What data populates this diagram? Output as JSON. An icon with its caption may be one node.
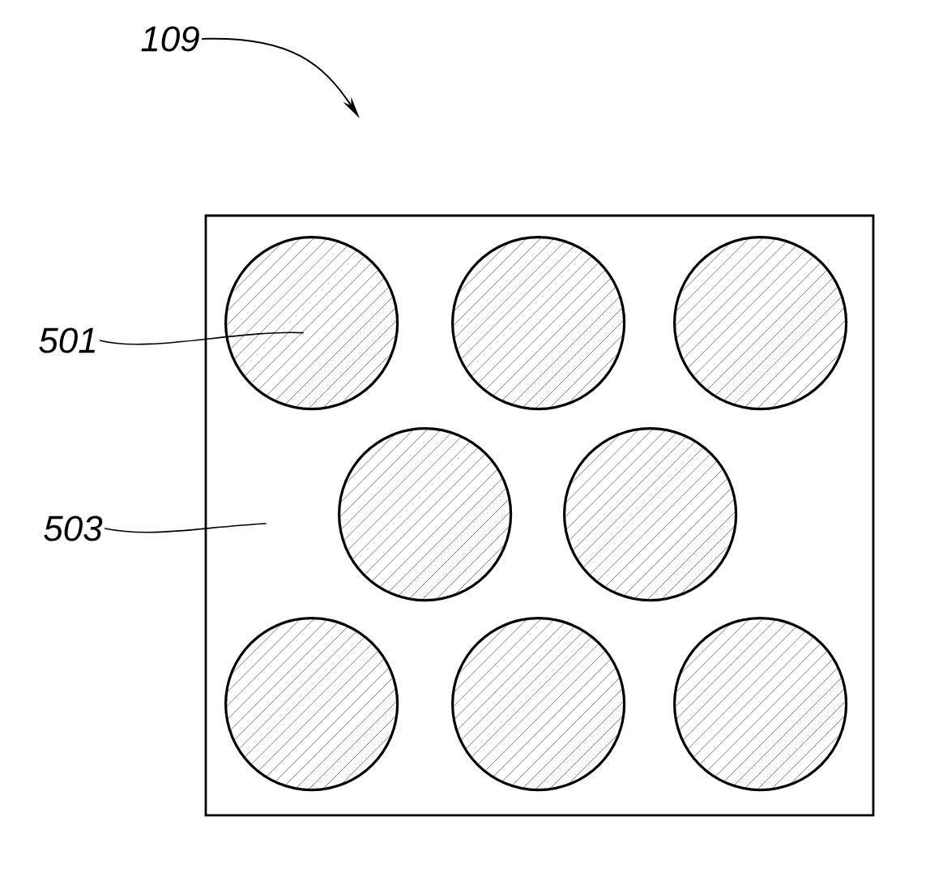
{
  "diagram": {
    "nodes": [
      {
        "text": [
          "109"
        ]
      },
      {
        "text": [],
        "shape": "box"
      },
      {
        "text": [
          "501"
        ]
      },
      {
        "text": [],
        "shape": "circle",
        "in": 1
      },
      {
        "text": [],
        "shape": "circle",
        "in": 1
      },
      {
        "text": [],
        "shape": "circle",
        "in": 1
      },
      {
        "text": [],
        "shape": "circle",
        "in": 1
      },
      {
        "text": [],
        "shape": "circle",
        "in": 1
      },
      {
        "text": [],
        "shape": "circle",
        "in": 1
      },
      {
        "text": [],
        "shape": "circle",
        "in": 1
      },
      {
        "text": [],
        "shape": "circle",
        "in": 1
      },
      {
        "text": [
          "503"
        ]
      }
    ],
    "edges": [
      {
        "from": 0,
        "to": null,
        "arrow": "to"
      },
      {
        "from": 2,
        "to": 3,
        "arrow": "none"
      },
      {
        "from": 11,
        "to": 1,
        "arrow": "none"
      }
    ]
  }
}
